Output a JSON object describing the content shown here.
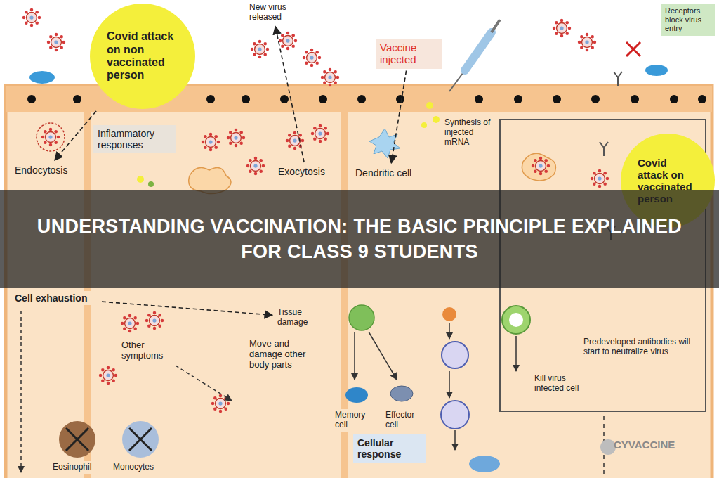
{
  "diagram": {
    "title": "UNDERSTANDING VACCINATION: THE BASIC PRINCIPLE EXPLAINED FOR CLASS 9 STUDENTS",
    "nodes": [
      {
        "text": [
          "Covid attack on non vaccinated person"
        ]
      },
      {
        "text": [
          "New virus released"
        ]
      },
      {
        "text": [
          "Vaccine injected"
        ]
      },
      {
        "text": [
          "Receptors block virus entry"
        ]
      },
      {
        "text": [
          "Inflammatory responses"
        ]
      },
      {
        "text": [
          "Endocytosis"
        ]
      },
      {
        "text": [
          "Exocytosis"
        ]
      },
      {
        "text": [
          "Dendritic cell"
        ]
      },
      {
        "text": [
          "Synthesis of injected mRNA"
        ]
      },
      {
        "text": [
          "Covid attack on vaccinated person"
        ]
      },
      {
        "text": [
          "Cell exhaustion"
        ]
      },
      {
        "text": [
          "Tissue damage"
        ]
      },
      {
        "text": [
          "Other symptoms"
        ]
      },
      {
        "text": [
          "Move and damage other body parts"
        ]
      },
      {
        "text": [
          "Predeveloped antibodies will start to neutralize virus"
        ]
      },
      {
        "text": [
          "Kill virus infected cell"
        ]
      },
      {
        "text": [
          "Memory cell"
        ]
      },
      {
        "text": [
          "Effector cell"
        ]
      },
      {
        "text": [
          "Cellular response"
        ]
      },
      {
        "text": [
          "Eosinophil"
        ]
      },
      {
        "text": [
          "Monocytes"
        ]
      }
    ],
    "edges": [
      {
        "from": 0,
        "to": 5,
        "arrow": "to"
      },
      {
        "from": 6,
        "to": 1,
        "arrow": "to"
      },
      {
        "from": 2,
        "to": 7,
        "arrow": "to"
      },
      {
        "from": 10,
        "to": 11,
        "arrow": "to"
      }
    ],
    "labels": [
      "CYVACCINE"
    ]
  }
}
